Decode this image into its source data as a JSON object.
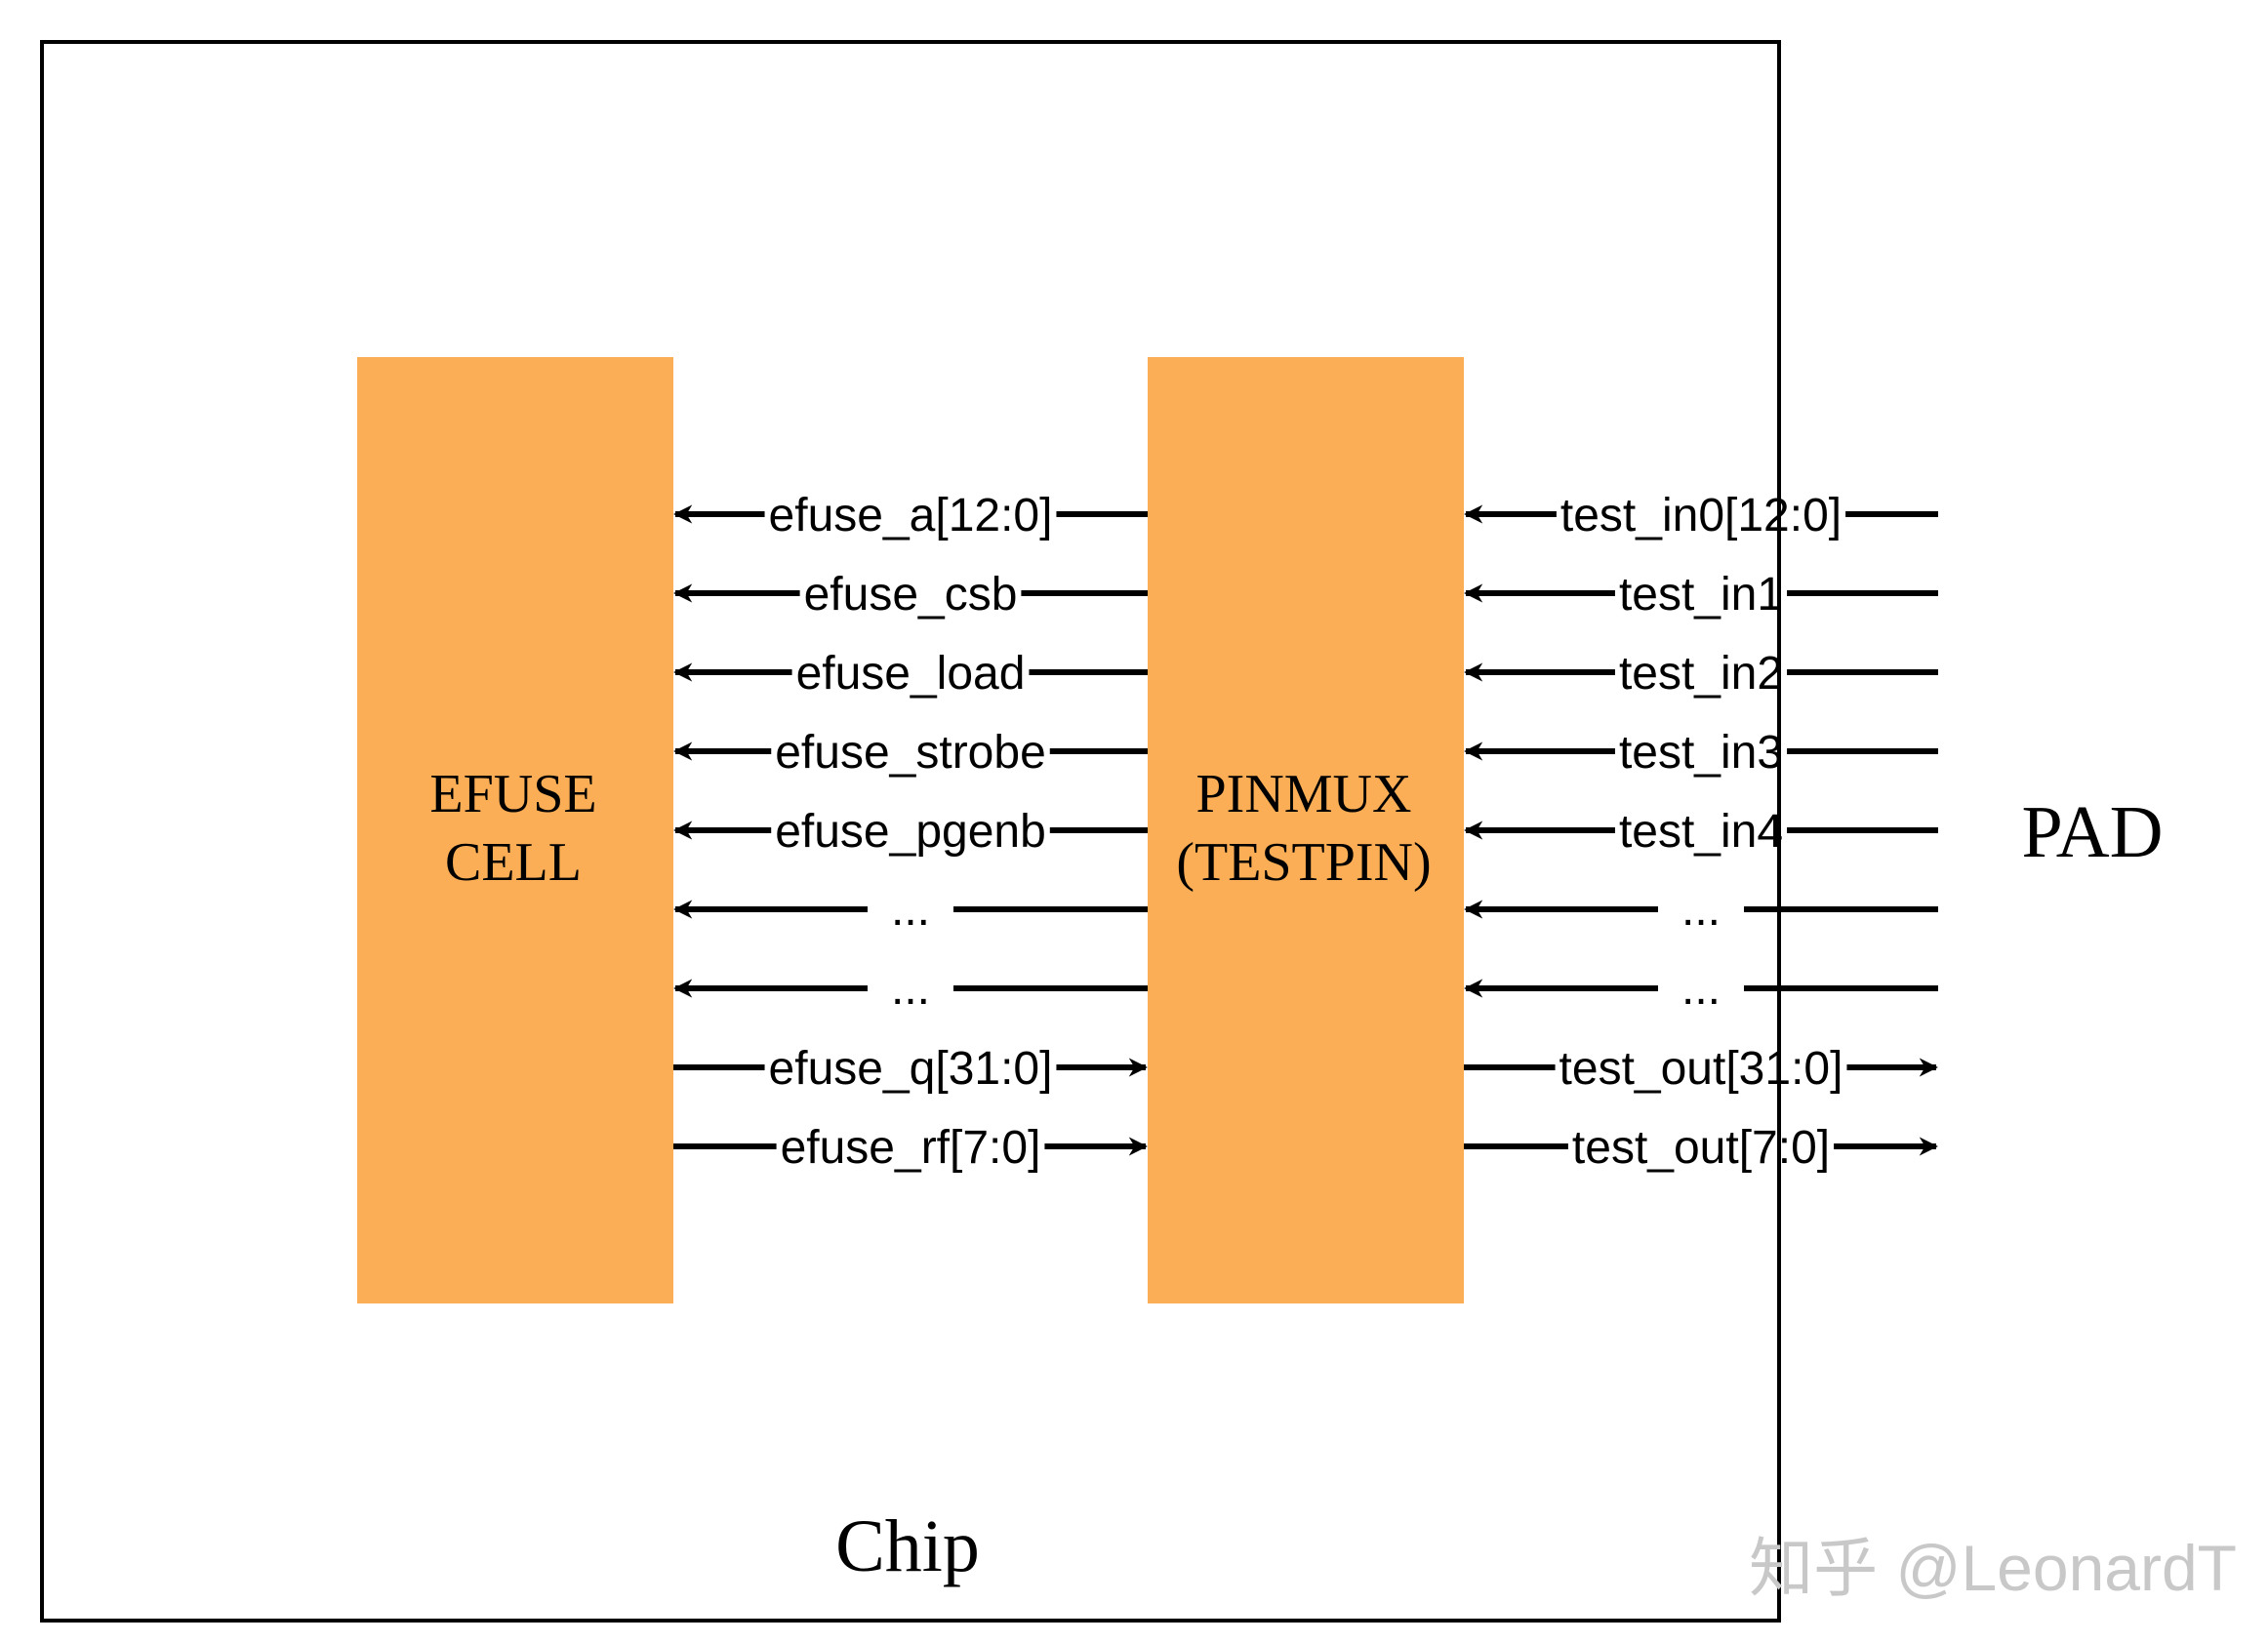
{
  "chip": {
    "label": "Chip"
  },
  "pad": {
    "label": "PAD"
  },
  "colors": {
    "block_fill": "#FBAE55",
    "line": "#000000",
    "background": "#FFFFFF",
    "watermark": "#C8C8C8"
  },
  "efuse_block": {
    "line1": "EFUSE",
    "line2": "CELL"
  },
  "pinmux_block": {
    "line1": "PINMUX",
    "line2": "(TESTPIN)"
  },
  "left_signals": [
    {
      "label": "efuse_a[12:0]",
      "direction": "to-efuse"
    },
    {
      "label": "efuse_csb",
      "direction": "to-efuse"
    },
    {
      "label": "efuse_load",
      "direction": "to-efuse"
    },
    {
      "label": "efuse_strobe",
      "direction": "to-efuse"
    },
    {
      "label": "efuse_pgenb",
      "direction": "to-efuse"
    },
    {
      "label": "...",
      "direction": "to-efuse"
    },
    {
      "label": "...",
      "direction": "to-efuse"
    },
    {
      "label": "efuse_q[31:0]",
      "direction": "to-pinmux"
    },
    {
      "label": "efuse_rf[7:0]",
      "direction": "to-pinmux"
    }
  ],
  "right_signals": [
    {
      "label": "test_in0[12:0]",
      "direction": "to-pinmux"
    },
    {
      "label": "test_in1",
      "direction": "to-pinmux"
    },
    {
      "label": "test_in2",
      "direction": "to-pinmux"
    },
    {
      "label": "test_in3",
      "direction": "to-pinmux"
    },
    {
      "label": "test_in4",
      "direction": "to-pinmux"
    },
    {
      "label": "...",
      "direction": "to-pinmux"
    },
    {
      "label": "...",
      "direction": "to-pinmux"
    },
    {
      "label": "test_out[31:0]",
      "direction": "to-pad"
    },
    {
      "label": "test_out[7:0]",
      "direction": "to-pad"
    }
  ],
  "watermark": {
    "text": "知乎 @LeonardT"
  }
}
